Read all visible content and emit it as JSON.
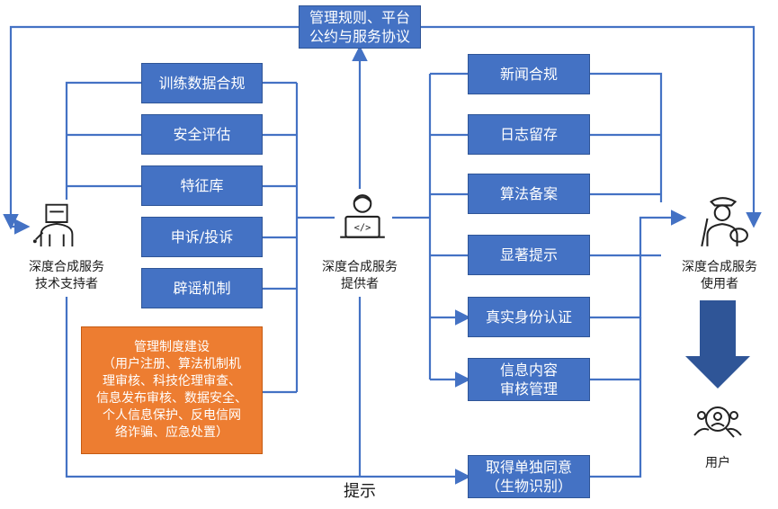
{
  "top_box": "管理规则、平台\n公约与服务协议",
  "left_column": [
    "训练数据合规",
    "安全评估",
    "特征库",
    "申诉/投诉",
    "辟谣机制"
  ],
  "management_box": "管理制度建设\n（用户注册、算法机制机\n理审核、科技伦理审查、\n信息发布审核、数据安全、\n个人信息保护、反电信网\n络诈骗、应急处置）",
  "right_column": [
    "新闻合规",
    "日志留存",
    "算法备案",
    "显著提示",
    "真实身份认证",
    "信息内容\n审核管理"
  ],
  "consent_box": "取得单独同意\n（生物识别）",
  "actors": {
    "tech_support": "深度合成服务\n技术支持者",
    "provider": "深度合成服务\n提供者",
    "user_side": "深度合成服务\n使用者",
    "end_user": "用户"
  },
  "prompt_label": "提示",
  "colors": {
    "box": "#4472c4",
    "orange": "#ed7d31",
    "line": "#4472c4",
    "big_arrow": "#2f5597"
  },
  "icons": [
    "welder-icon",
    "developer-icon",
    "painter-icon",
    "user-search-icon"
  ]
}
